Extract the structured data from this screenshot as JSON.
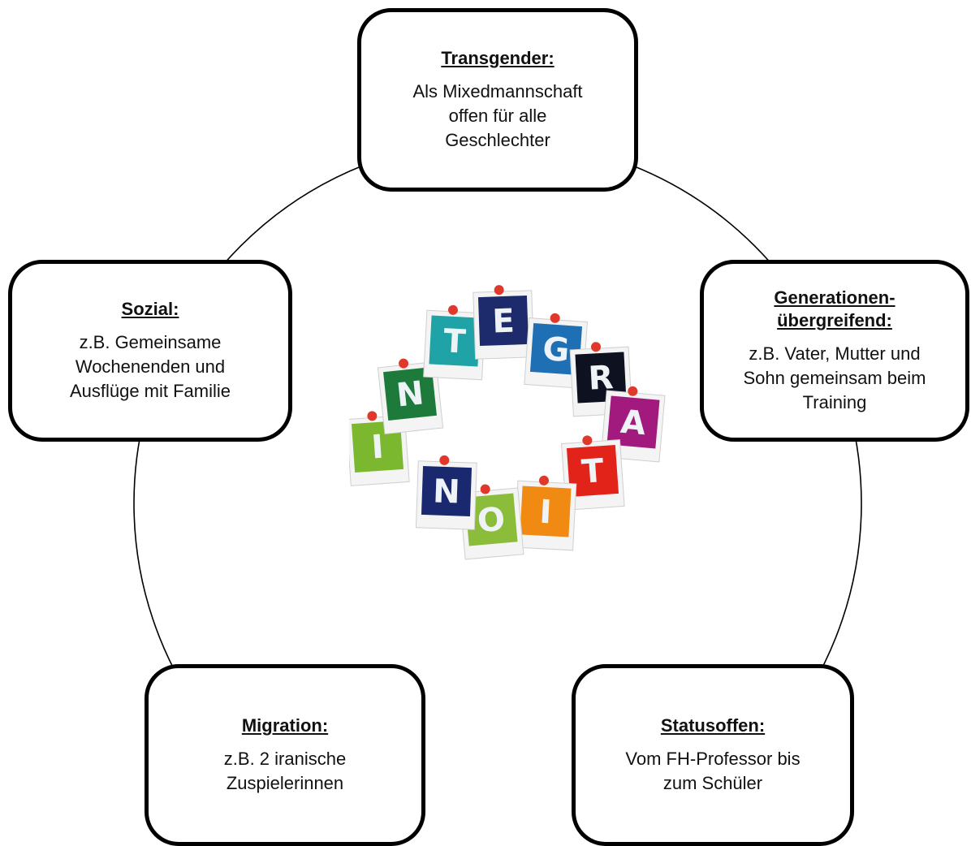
{
  "boxes": {
    "top": {
      "title": "Transgender:",
      "text": "Als Mixedmannschaft\noffen für alle\nGeschlechter"
    },
    "right": {
      "title": "Generationen-\nübergreifend:",
      "text": "z.B. Vater, Mutter und\nSohn gemeinsam beim\nTraining"
    },
    "left": {
      "title": "Sozial:",
      "text": "z.B.  Gemeinsame\nWochenenden und\nAusflüge mit Familie"
    },
    "bottom_left": {
      "title": "Migration:",
      "text": "z.B. 2 iranische\nZuspielerinnen"
    },
    "bottom_right": {
      "title": "Statusoffen:",
      "text": "Vom FH-Professor bis\nzum Schüler"
    }
  },
  "center_image": {
    "word": "INTEGRATION",
    "tiles": [
      {
        "letter": "I",
        "color": "#7cb82f"
      },
      {
        "letter": "N",
        "color": "#1e7a3a"
      },
      {
        "letter": "T",
        "color": "#20a3a6"
      },
      {
        "letter": "E",
        "color": "#1d2a6b"
      },
      {
        "letter": "G",
        "color": "#1f6fb5"
      },
      {
        "letter": "R",
        "color": "#0d1120"
      },
      {
        "letter": "A",
        "color": "#a31a7e"
      },
      {
        "letter": "T",
        "color": "#e2231a"
      },
      {
        "letter": "I",
        "color": "#f08a12"
      },
      {
        "letter": "O",
        "color": "#8bbd3a"
      },
      {
        "letter": "N",
        "color": "#1a2870"
      }
    ],
    "pin_color": "#e0382b"
  }
}
